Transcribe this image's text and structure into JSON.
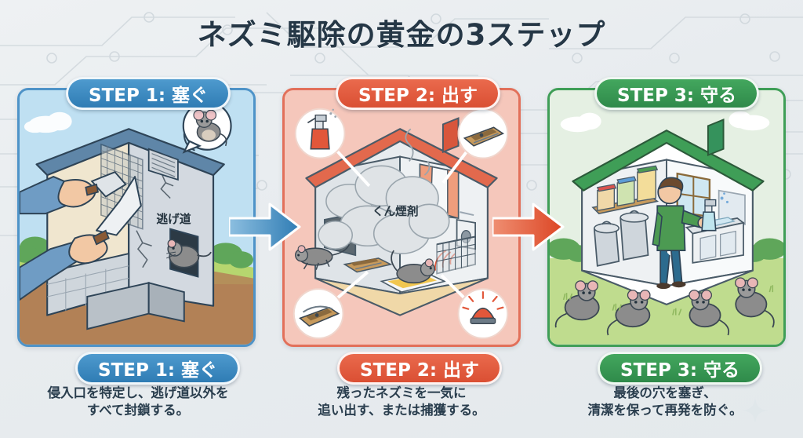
{
  "page": {
    "title": "ネズミ駆除の黄金の3ステップ",
    "background_color": "#e8ecef",
    "title_color": "#253746"
  },
  "steps": [
    {
      "id": "step-1",
      "badge_top": "STEP 1: 塞ぐ",
      "badge_bottom": "STEP 1: 塞ぐ",
      "caption_line1": "侵入口を特定し、逃げ道以外を",
      "caption_line2": "すべて封鎖する。",
      "accent_color": "#3f86c0",
      "panel_background": "#bfe0f2",
      "illustration": {
        "scene_name": "house-corner-sealing",
        "inline_label": "逃げ道",
        "elements": [
          "hands-with-trowel",
          "wire-mesh-patch",
          "cracked-wall",
          "vent-grill",
          "mouse-speech-bubble",
          "mouse-at-hole",
          "block-foundation",
          "shrub",
          "cloud"
        ]
      }
    },
    {
      "id": "step-2",
      "badge_top": "STEP 2: 出す",
      "badge_bottom": "STEP 2: 出す",
      "caption_line1": "残ったネズミを一気に",
      "caption_line2": "追い出す、または捕獲する。",
      "accent_color": "#e0583b",
      "panel_background": "#f5c7bb",
      "illustration": {
        "scene_name": "smoke-fumigation-cutaway-house",
        "inline_label": "くん煙剤",
        "elements": [
          "smoke-cloud",
          "fleeing-mouse-left",
          "mouse-on-glue-trap",
          "snap-trap-floor",
          "cage-trap",
          "curtain-window",
          "chimney",
          "ultrasonic-repeller"
        ],
        "callout_icons": [
          "spray-bottle-icon",
          "snap-trap-icon-top-right",
          "snap-trap-icon-bottom-left",
          "alarm-light-icon"
        ]
      }
    },
    {
      "id": "step-3",
      "badge_top": "STEP 3: 守る",
      "badge_bottom": "STEP 3: 守る",
      "caption_line1": "最後の穴を塞ぎ、",
      "caption_line2": "清潔を保って再発を防ぐ。",
      "accent_color": "#3f9e57",
      "panel_background": "#d8ecd7",
      "illustration": {
        "scene_name": "clean-house-prevention",
        "elements": [
          "person-cleaning-with-spray",
          "sealed-food-containers-on-shelf",
          "trash-can-large",
          "trash-can-small",
          "kitchen-counter-cabinet",
          "window",
          "wall-panel",
          "chimney",
          "mouse-outside-1",
          "mouse-outside-2",
          "mouse-outside-3",
          "mouse-outside-4",
          "lawn",
          "cloud"
        ]
      }
    }
  ],
  "arrows": [
    {
      "id": "arrow-1-to-2",
      "direction": "right",
      "color": "#3f86c0"
    },
    {
      "id": "arrow-2-to-3",
      "direction": "right",
      "color": "#e04f2e"
    }
  ],
  "decorations": {
    "sparkle": "sparkle-icon",
    "backdrop_pattern": "circuit-board-pattern"
  }
}
